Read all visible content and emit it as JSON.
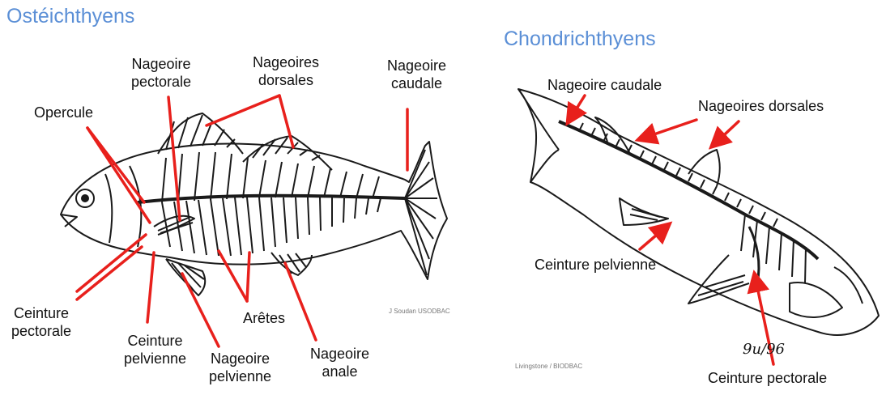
{
  "osteichthyens": {
    "title": "Ostéichthyens",
    "labels": {
      "nageoire_pectorale": [
        "Nageoire",
        "pectorale"
      ],
      "nageoires_dorsales": [
        "Nageoires",
        "dorsales"
      ],
      "nageoire_caudale": [
        "Nageoire",
        "caudale"
      ],
      "opercule": "Opercule",
      "ceinture_pectorale": [
        "Ceinture",
        "pectorale"
      ],
      "ceinture_pelvienne": [
        "Ceinture",
        "pelvienne"
      ],
      "nageoire_pelvienne": [
        "Nageoire",
        "pelvienne"
      ],
      "aretes": "Arêtes",
      "nageoire_anale": [
        "Nageoire",
        "anale"
      ]
    },
    "credit": "J Soudan USODBAC"
  },
  "chondrichthyens": {
    "title": "Chondrichthyens",
    "labels": {
      "nageoire_caudale": "Nageoire caudale",
      "nageoires_dorsales": "Nageoires dorsales",
      "ceinture_pelvienne": "Ceinture pelvienne",
      "ceinture_pectorale": "Ceinture pectorale"
    },
    "credit": "Livingstone / BIODBAC",
    "signature": "9u/96"
  },
  "colors": {
    "title": "#5b8fd6",
    "arrow": "#e8201c",
    "ink": "#111111"
  }
}
